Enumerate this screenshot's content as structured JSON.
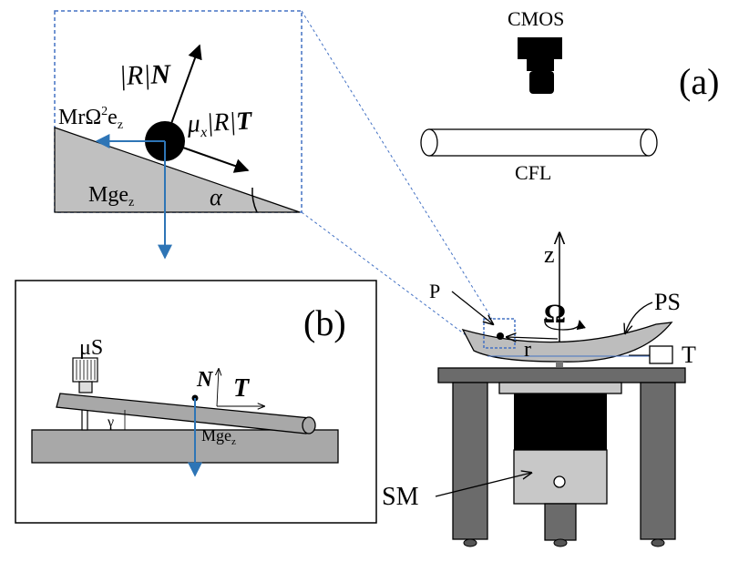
{
  "figure": {
    "label_a": "(a)",
    "label_b": "(b)"
  },
  "setup": {
    "camera": "CMOS",
    "lamp": "CFL",
    "z_axis": "z",
    "particle": "P",
    "omega": "Ω",
    "radius": "r",
    "plate": "PS",
    "thermometer": "T",
    "motor": "SM"
  },
  "inset": {
    "normal_mag": "|R|",
    "normal_vec": "N",
    "centrifugal": "MrΩ",
    "centrifugal_sup": "2",
    "centrifugal_vec": "e",
    "centrifugal_sub": "z",
    "friction_mu": "μ",
    "friction_mu_sub": "x",
    "friction_mag": "|R|",
    "friction_vec": "T",
    "gravity": "Mge",
    "gravity_sub": "z",
    "angle": "α"
  },
  "panel_b": {
    "screw": "μS",
    "normal_vec": "N",
    "tangent_vec": "T",
    "angle": "γ",
    "gravity": "Mge",
    "gravity_sub": "z"
  },
  "colors": {
    "arrow_blue": "#2e75b6",
    "box_dash": "#4472c4",
    "dark_gray": "#6b6b6b",
    "light_gray": "#c8c8c8"
  }
}
